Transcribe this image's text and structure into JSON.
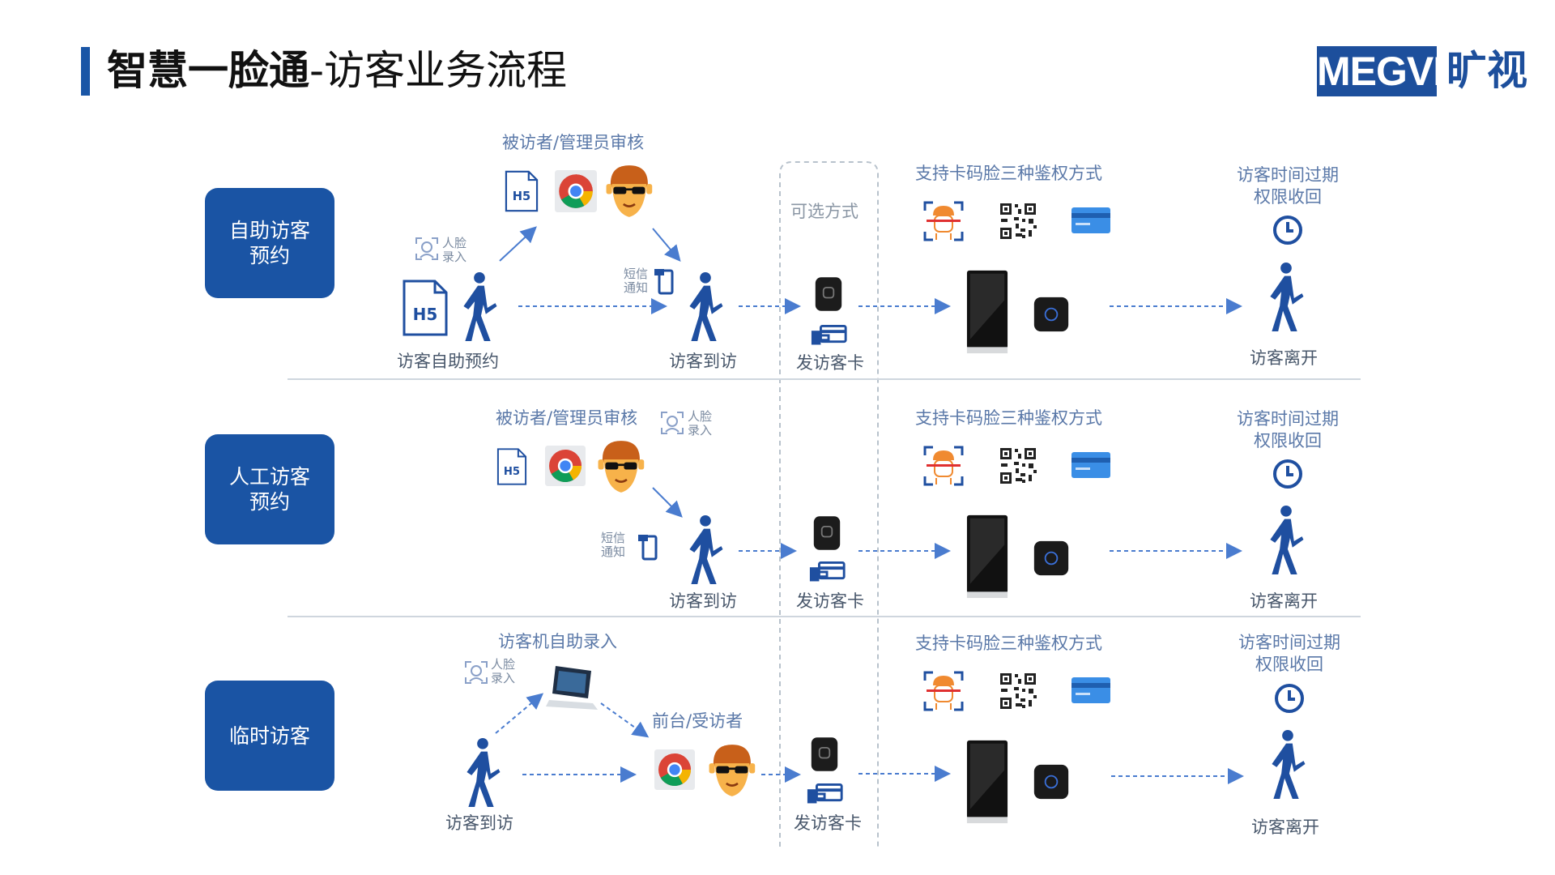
{
  "header": {
    "title_bold": "智慧一脸通",
    "title_rest": "-访客业务流程",
    "logo_text": "MEGVII",
    "logo_cn": "旷视"
  },
  "optional_label": "可选方式",
  "rows": [
    {
      "button": "自助访客\n预约",
      "approval": "被访者/管理员审核",
      "face_entry": "人脸\n录入",
      "sms": "短信\n通知",
      "step_self_booking": "访客自助预约",
      "step_arrive": "访客到访",
      "issue_card": "发访客卡",
      "auth": "支持卡码脸三种鉴权方式",
      "expire": "访客时间过期\n权限收回",
      "leave": "访客离开",
      "h5": "H5"
    },
    {
      "button": "人工访客\n预约",
      "approval": "被访者/管理员审核",
      "face_entry": "人脸\n录入",
      "sms": "短信\n通知",
      "step_arrive": "访客到访",
      "issue_card": "发访客卡",
      "auth": "支持卡码脸三种鉴权方式",
      "expire": "访客时间过期\n权限收回",
      "leave": "访客离开",
      "h5": "H5"
    },
    {
      "button": "临时访客",
      "kiosk": "访客机自助录入",
      "face_entry": "人脸\n录入",
      "reception": "前台/受访者",
      "step_arrive": "访客到访",
      "issue_card": "发访客卡",
      "auth": "支持卡码脸三种鉴权方式",
      "expire": "访客时间过期\n权限收回",
      "leave": "访客离开"
    }
  ],
  "colors": {
    "accent": "#1a54a4",
    "icon_blue": "#1f4fa0",
    "arrow": "#4a7ccf",
    "card": "#3a8ee6"
  }
}
